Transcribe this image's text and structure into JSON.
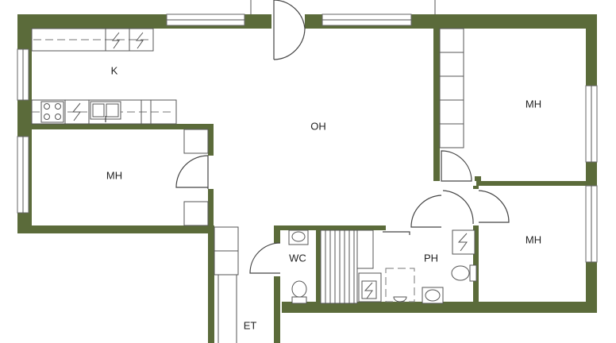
{
  "rooms": {
    "kitchen": "K",
    "living": "OH",
    "bedroom_west": "MH",
    "bedroom_ne": "MH",
    "bedroom_se": "MH",
    "wc": "WC",
    "bathroom": "PH",
    "entrance": "ET"
  },
  "colors": {
    "wall": "#5b6b3a",
    "line": "#555555",
    "background": "#ffffff"
  },
  "icons": {
    "appliance": "lightning-bolt-icon",
    "stove": "stove-icon",
    "sink": "sink-icon",
    "toilet": "toilet-icon",
    "washbasin": "washbasin-icon"
  }
}
